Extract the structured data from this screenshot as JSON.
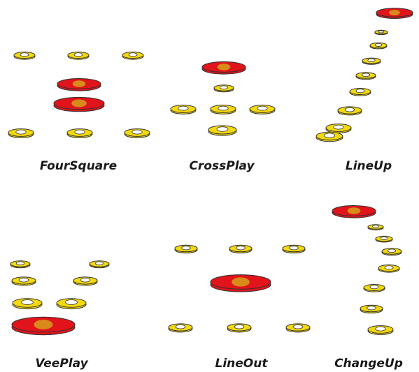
{
  "colors": {
    "yellow": "#f4d90c",
    "yellow_inner": "#ffffff",
    "red": "#e0141a",
    "red_inner": "#d88a1a",
    "outline": "#333333"
  },
  "diagrams": [
    {
      "id": "foursquare",
      "label": "FourSquare"
    },
    {
      "id": "crossplay",
      "label": "CrossPlay"
    },
    {
      "id": "lineup",
      "label": "LineUp"
    },
    {
      "id": "veeplay",
      "label": "VeePlay"
    },
    {
      "id": "lineout",
      "label": "LineOut"
    },
    {
      "id": "changeup",
      "label": "ChangeUp"
    }
  ]
}
